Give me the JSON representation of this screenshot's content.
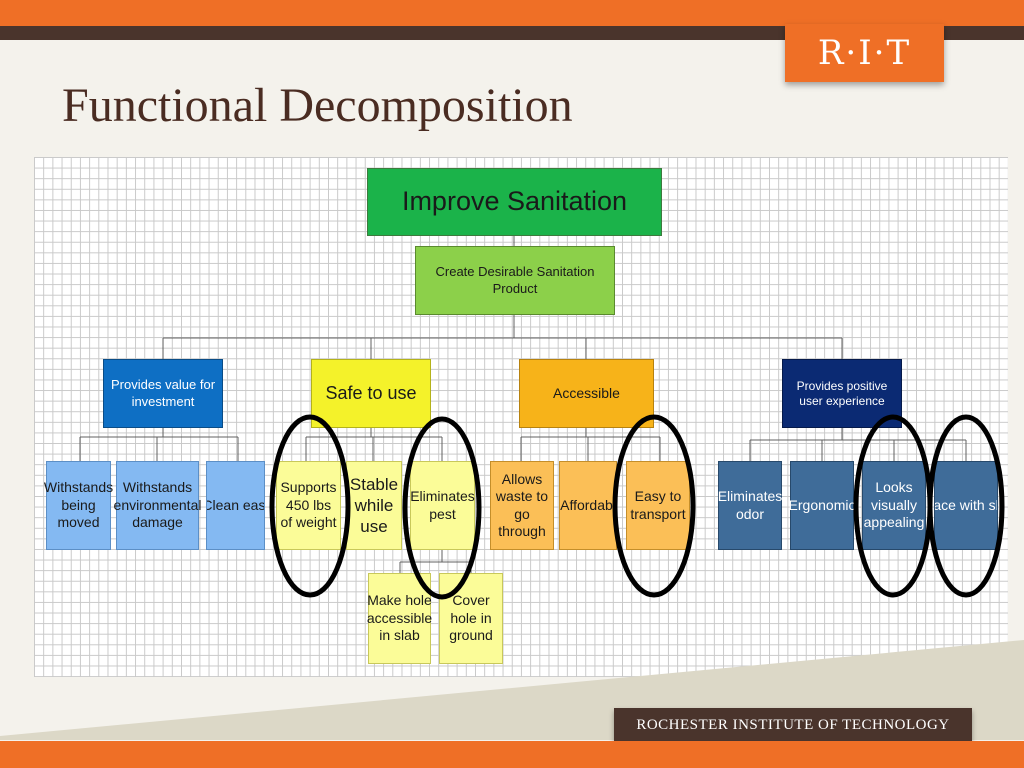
{
  "header": {
    "logo": "R·I·T",
    "title": "Functional Decomposition"
  },
  "diagram": {
    "root": "Improve Sanitation",
    "level1": "Create Desirable Sanitation Product",
    "categories": {
      "investment": "Provides value for investment",
      "safe": "Safe to use",
      "accessible": "Accessible",
      "ux": "Provides positive user experience"
    },
    "leaves": {
      "withstands_moved": "Withstands being moved",
      "withstands_env": "Withstands environmental damage",
      "clean_easily": "Clean easi",
      "supports_weight": "Supports 450 lbs of weight",
      "stable": "Stable while use",
      "eliminates_pest": "Eliminates pest",
      "allows_waste": "Allows waste to go through",
      "affordable": "Affordabl",
      "easy_transport": "Easy to transport",
      "eliminates_odor": "Eliminates odor",
      "ergonomic": "Ergonomic",
      "looks_appealing": "Looks visually appealing",
      "interface_shelter": "Interface with shelter",
      "make_hole": "Make hole accessible in slab",
      "cover_hole": "Cover hole in ground"
    },
    "colors": {
      "root": "#1bb34a",
      "level1": "#8cd04a",
      "investment": "#0e6fc4",
      "investment_leaf": "#84b9f2",
      "safe": "#f4f22a",
      "safe_leaf": "#fbfc98",
      "accessible": "#f7b319",
      "accessible_leaf": "#fbbf57",
      "ux": "#0b2a73",
      "ux_leaf": "#3f6c99",
      "highlight_circle": "#000000"
    }
  },
  "footer": {
    "label": "ROCHESTER INSTITUTE OF TECHNOLOGY"
  }
}
